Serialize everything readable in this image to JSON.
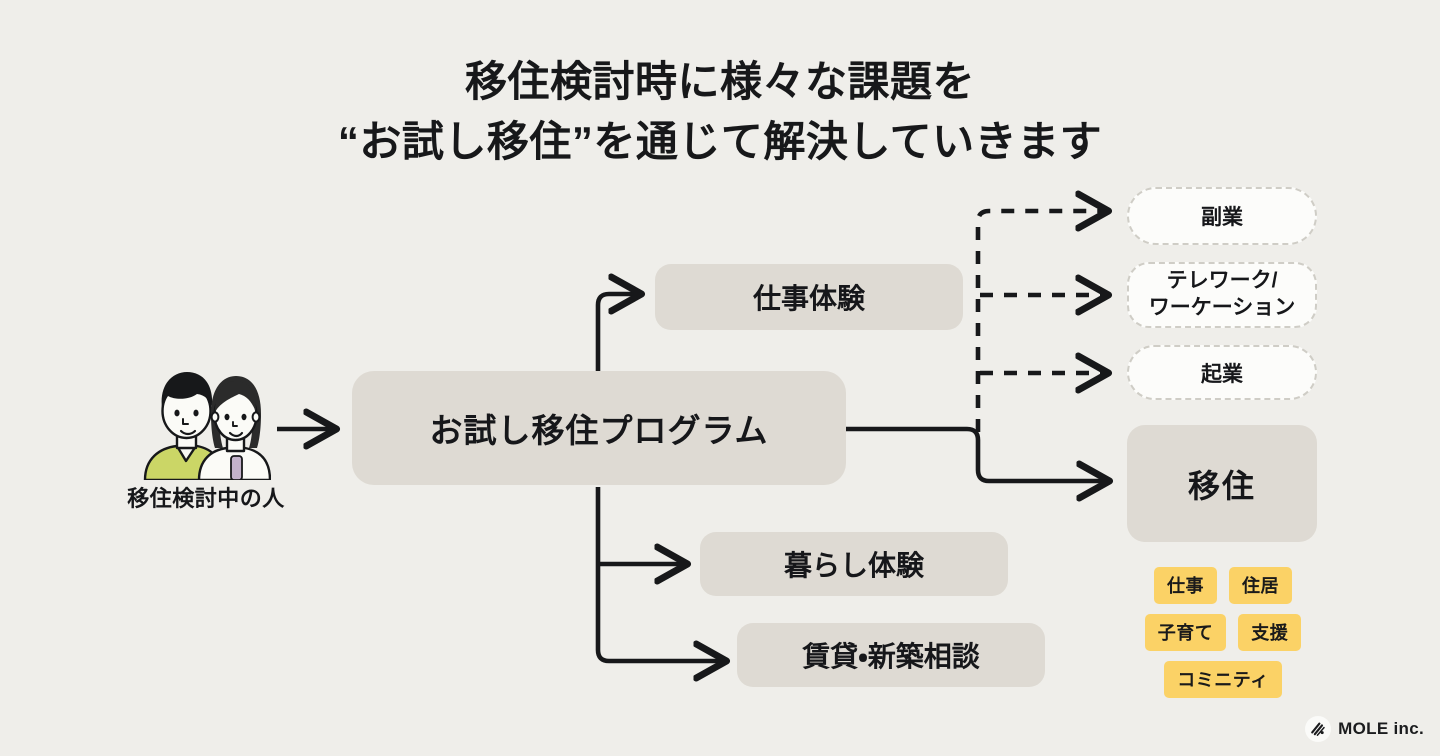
{
  "title": {
    "line1": "移住検討時に様々な課題を",
    "line2": "“お試し移住”を通じて解決していきます"
  },
  "source": {
    "label": "移住検討中の人",
    "icon": "two-people-illustration"
  },
  "nodes": {
    "program": "お試し移住プログラム",
    "work_experience": "仕事体験",
    "life_experience": "暮らし体験",
    "rent_newbuild": "賃貸・新築相談",
    "side_job": "副業",
    "telework_line1": "テレワーク/",
    "telework_line2": "ワーケーション",
    "startup": "起業",
    "migration": "移住"
  },
  "tags": {
    "row1": [
      "仕事",
      "住居"
    ],
    "row2": [
      "子育て",
      "支援"
    ],
    "row3": [
      "コミニティ"
    ]
  },
  "logo": {
    "text": "MOLE inc.",
    "mark": "mole-logo-icon"
  },
  "colors": {
    "background": "#efeeea",
    "node_grey": "#dedad3",
    "node_white": "#fcfcfa",
    "dashed_border": "#cfcdc6",
    "tag_yellow": "#fbd266",
    "line": "#17181a",
    "text": "#16171a",
    "shirt_green": "#cbd666",
    "strap_purple": "#c3b2cb"
  }
}
